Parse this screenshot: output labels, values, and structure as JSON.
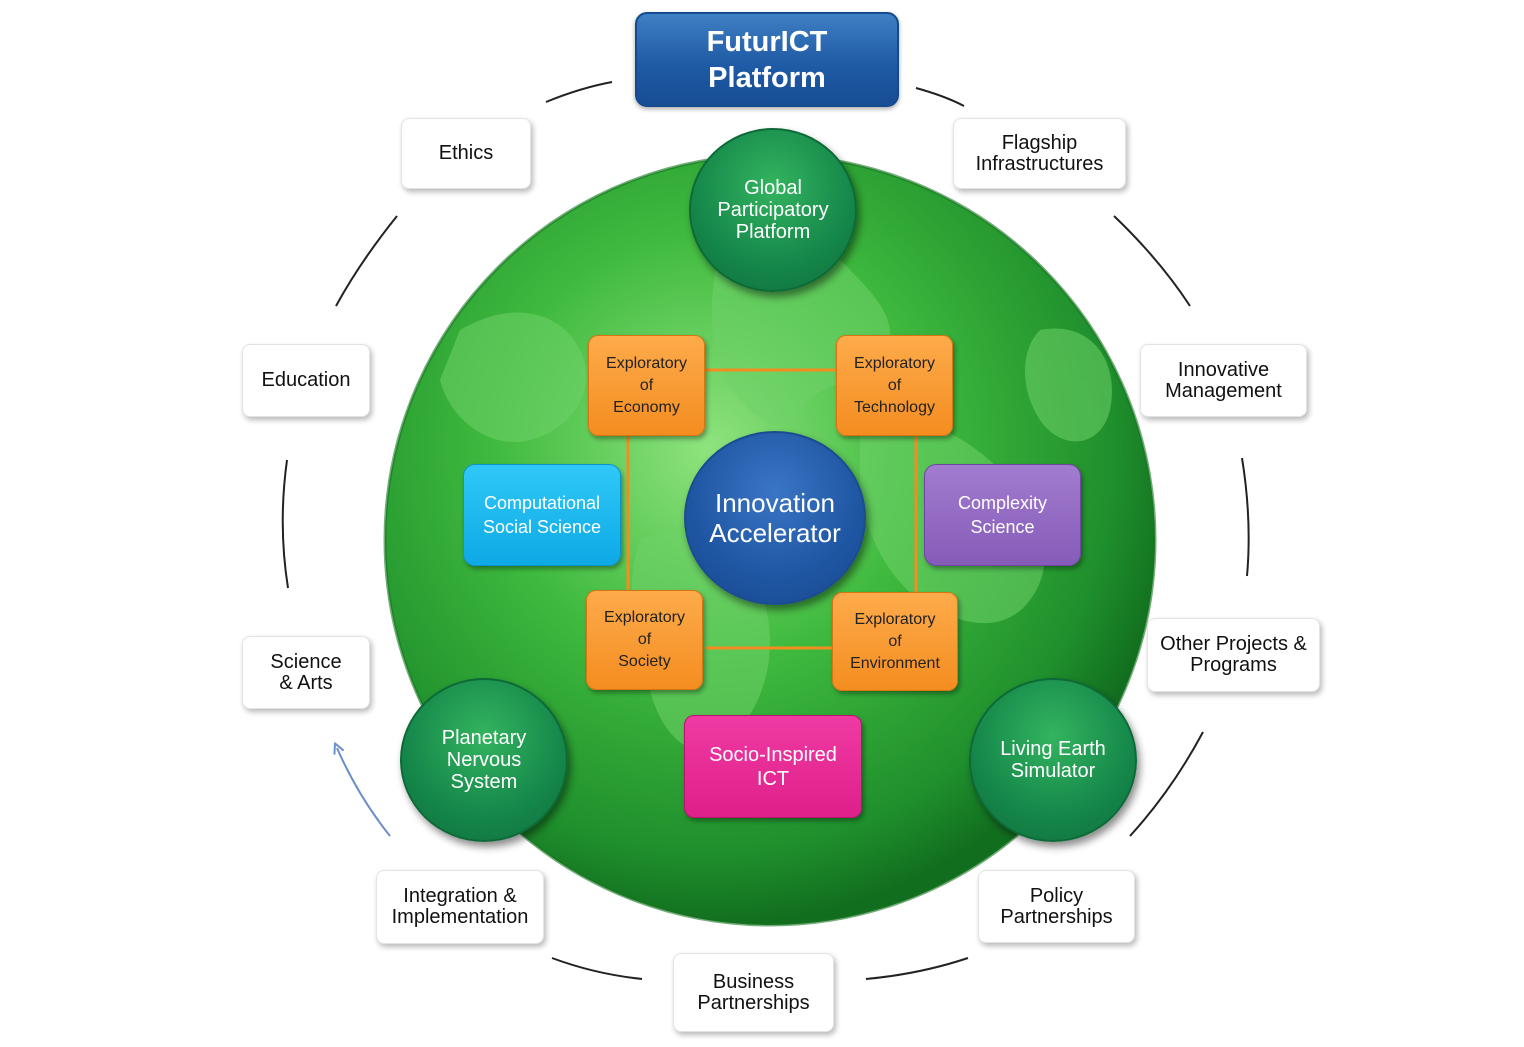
{
  "title": "FuturICT\nPlatform",
  "outer_boxes": {
    "ethics": "Ethics",
    "education": "Education",
    "science_arts": "Science\n& Arts",
    "integration": "Integration &\nImplementation",
    "business": "Business\nPartnerships",
    "policy": "Policy\nPartnerships",
    "other_projects": "Other Projects  &\nPrograms",
    "innovative_management": "Innovative\nManagement",
    "flagship": "Flagship\nInfrastructures"
  },
  "pillars": {
    "global_participatory": "Global\nParticipatory\nPlatform",
    "planetary_nervous": "Planetary\nNervous\nSystem",
    "living_earth": "Living Earth\nSimulator"
  },
  "center": {
    "innovation_accelerator": "Innovation\nAccelerator"
  },
  "exploratories": {
    "economy": "Exploratory\nof\nEconomy",
    "technology": "Exploratory\nof\nTechnology",
    "society": "Exploratory\nof\nSociety",
    "environment": "Exploratory\nof\nEnvironment"
  },
  "sciences": {
    "computational_social": "Computational\nSocial Science",
    "complexity": "Complexity\nScience",
    "socio_inspired": "Socio-Inspired\nICT"
  },
  "colors": {
    "globe": "#2fa33a",
    "pillar_green": "#15874a",
    "blue": "#1f56a3",
    "orange": "#f48d20",
    "cyan": "#0ea9e6",
    "purple": "#855bb8",
    "pink": "#df1f8a",
    "arrow": "#6b8fc7"
  }
}
